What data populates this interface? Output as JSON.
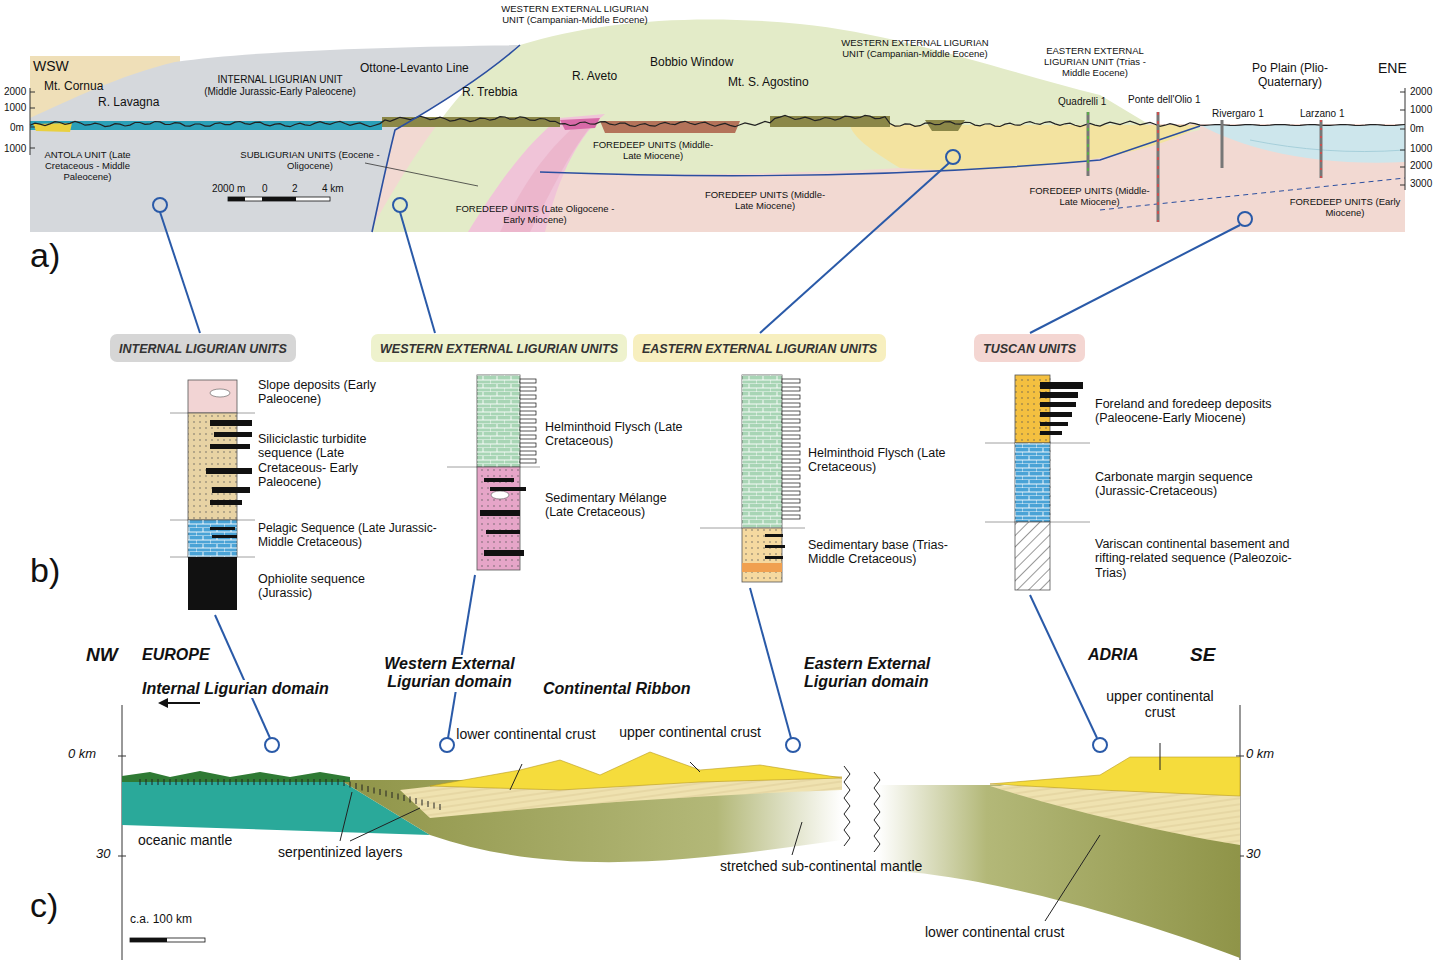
{
  "diagram": {
    "nodes": [
      {
        "text": [
          "INTERNAL LIGURIAN UNITS"
        ]
      },
      {
        "text": [
          "WESTERN EXTERNAL LIGURIAN UNITS"
        ]
      },
      {
        "text": [
          "EASTERN EXTERNAL LIGURIAN UNITS"
        ]
      },
      {
        "text": [
          "TUSCAN UNITS"
        ]
      }
    ],
    "labels": [
      "a)",
      "WSW",
      "ENE",
      "2000",
      "1000",
      "0m",
      "1000",
      "2000",
      "1000",
      "0m",
      "1000",
      "2000",
      "3000",
      "Mt. Cornua",
      "R. Lavagna",
      "ANTOLA UNIT (Late Cretaceous - Middle Paleocene)",
      "INTERNAL LIGURIAN UNIT (Middle Jurassic-Early Paleocene)",
      "Ottone-Levanto Line",
      "R. Trebbia",
      "WESTERN EXTERNAL LIGURIAN UNIT (Campanian-Middle Eocene)",
      "R. Aveto",
      "Bobbio Window",
      "Mt. S. Agostino",
      "WESTERN EXTERNAL LIGURIAN UNIT (Campanian-Middle Eocene)",
      "EASTERN EXTERNAL LIGURIAN UNIT (Trias - Middle Eocene)",
      "Quadrelli 1",
      "Ponte dell'Olio 1",
      "Rivergaro 1",
      "Larzano 1",
      "Po Plain (Plio-Quaternary)",
      "SUBLIGURIAN UNITS (Eocene - Oligocene)",
      "FOREDEEP UNITS (Late Oligocene - Early Miocene)",
      "FOREDEEP UNITS (Middle-Late Miocene)",
      "FOREDEEP UNITS (Middle-Late Miocene)",
      "FOREDEEP UNITS (Middle-Late Miocene)",
      "FOREDEEP UNITS (Early Miocene)",
      "2000 m",
      "0",
      "2",
      "4 km",
      "b)",
      "Slope deposits (Early Paleocene)",
      "Siliciclastic turbidite sequence (Late Cretaceous- Early Paleocene)",
      "Pelagic Sequence (Late Jurassic-Middle Cretaceous)",
      "Ophiolite sequence (Jurassic)",
      "Helminthoid Flysch (Late Cretaceous)",
      "Sedimentary Mélange (Late Cretaceous)",
      "Helminthoid Flysch (Late Cretaceous)",
      "Sedimentary base (Trias-Middle Cretaceous)",
      "Foreland and foredeep deposits (Paleocene-Early Miocene)",
      "Carbonate margin sequence (Jurassic-Cretaceous)",
      "Variscan continental basement and rifting-related sequence (Paleozoic-Trias)",
      "c)",
      "NW",
      "EUROPE",
      "Internal Ligurian domain",
      "Western External Ligurian domain",
      "Continental Ribbon",
      "Eastern External Ligurian domain",
      "ADRIA",
      "SE",
      "0 km",
      "30",
      "0 km",
      "30",
      "oceanic mantle",
      "serpentinized layers",
      "lower continental crust",
      "upper continental crust",
      "stretched sub-continental mantle",
      "upper continental crust",
      "lower continental crust",
      "c.a. 100 km"
    ]
  }
}
